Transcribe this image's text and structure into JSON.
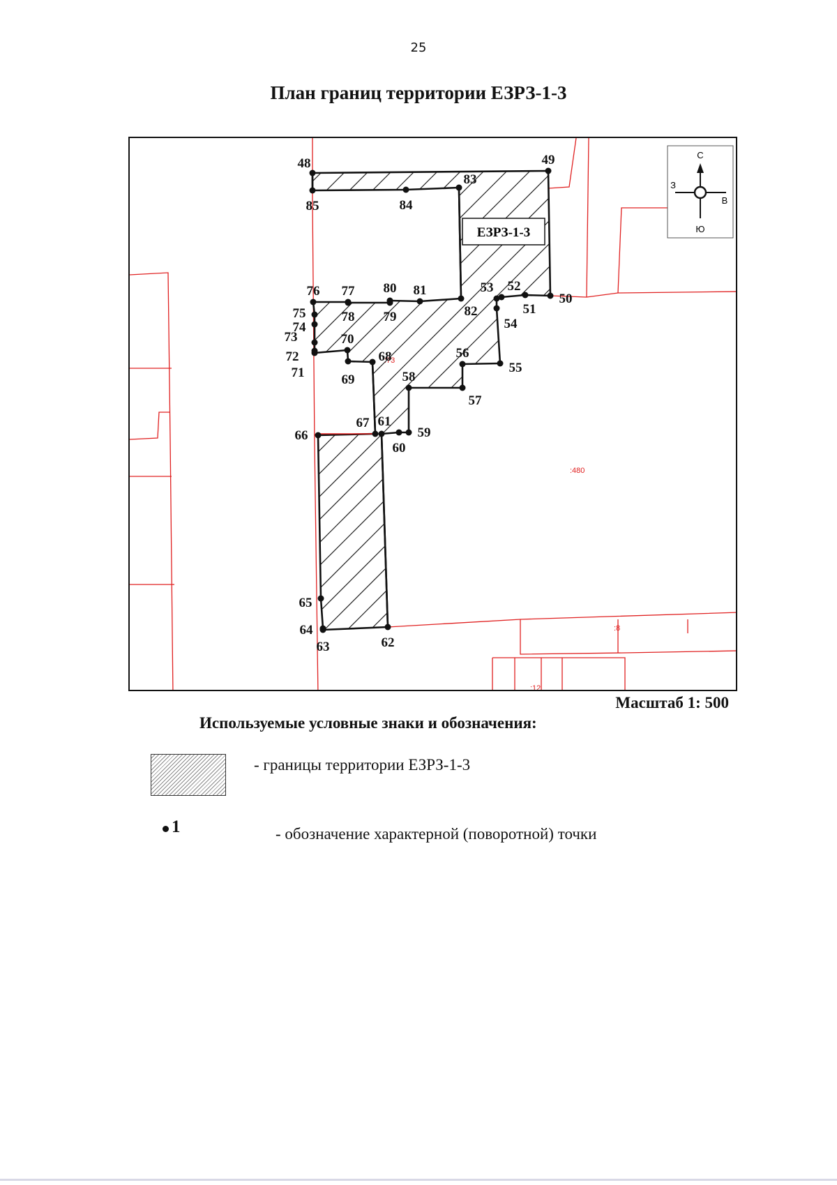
{
  "page_number": "25",
  "title": "План границ территории ЕЗРЗ-1-3",
  "map": {
    "zone_label": "ЕЗРЗ-1-3",
    "cadastral_labels": [
      ":480",
      ":8",
      ":12",
      ":73"
    ],
    "compass": {
      "north": "С",
      "south": "Ю",
      "east": "В",
      "west": "З"
    },
    "boundary_color": "#111111",
    "parcel_line_color": "#e02020",
    "points": [
      "48",
      "49",
      "50",
      "51",
      "52",
      "53",
      "54",
      "55",
      "56",
      "57",
      "58",
      "59",
      "60",
      "61",
      "62",
      "63",
      "64",
      "65",
      "66",
      "67",
      "68",
      "69",
      "70",
      "71",
      "72",
      "73",
      "74",
      "75",
      "76",
      "77",
      "78",
      "79",
      "80",
      "81",
      "82",
      "83",
      "84",
      "85"
    ]
  },
  "scale": "Масштаб 1: 500",
  "legend": {
    "heading": "Используемые условные знаки и обозначения:",
    "items": [
      {
        "symbol": "hatched-area",
        "text": "- границы территории ЕЗРЗ-1-3"
      },
      {
        "symbol": "point",
        "symbol_text": "1",
        "text": "- обозначение характерной (поворотной) точки"
      }
    ]
  }
}
